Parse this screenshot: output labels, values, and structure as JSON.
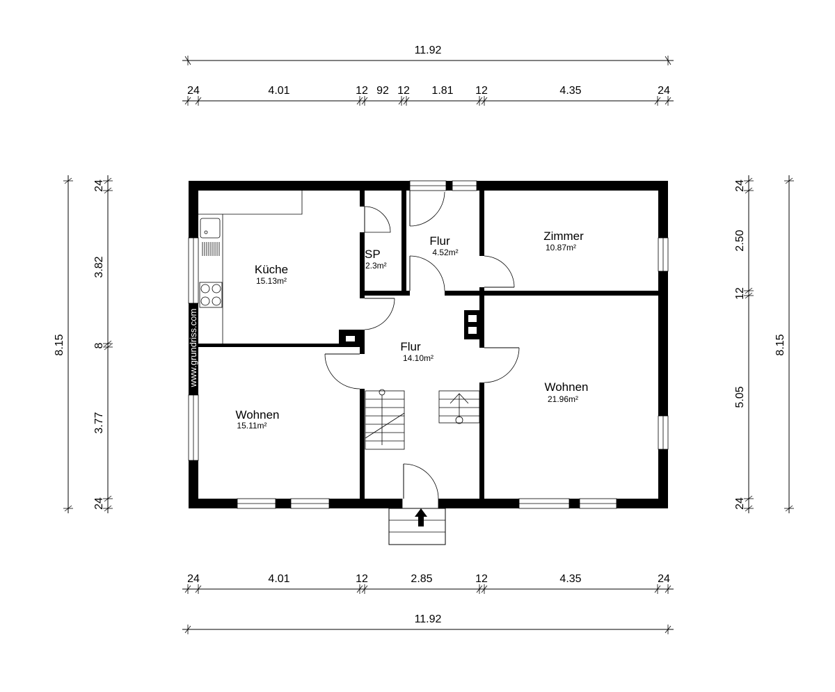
{
  "dimensions": {
    "top_total": "11.92",
    "top_segments": [
      "24",
      "4.01",
      "12",
      "92",
      "12",
      "1.81",
      "12",
      "4.35",
      "24"
    ],
    "bottom_total": "11.92",
    "bottom_segments": [
      "24",
      "4.01",
      "12",
      "2.85",
      "12",
      "4.35",
      "24"
    ],
    "left_total": "8.15",
    "left_segments": [
      "24",
      "3.82",
      "8",
      "3.77",
      "24"
    ],
    "right_total": "8.15",
    "right_segments": [
      "24",
      "2.50",
      "12",
      "5.05",
      "24"
    ]
  },
  "rooms": {
    "kueche": {
      "name": "Küche",
      "area": "15.13m²"
    },
    "sp": {
      "name": "SP",
      "area": "2.3m²"
    },
    "flur_upper": {
      "name": "Flur",
      "area": "4.52m²"
    },
    "zimmer": {
      "name": "Zimmer",
      "area": "10.87m²"
    },
    "flur_main": {
      "name": "Flur",
      "area": "14.10m²"
    },
    "wohnen_left": {
      "name": "Wohnen",
      "area": "15.11m²"
    },
    "wohnen_right": {
      "name": "Wohnen",
      "area": "21.96m²"
    }
  },
  "watermark": "www.grundriss.com"
}
